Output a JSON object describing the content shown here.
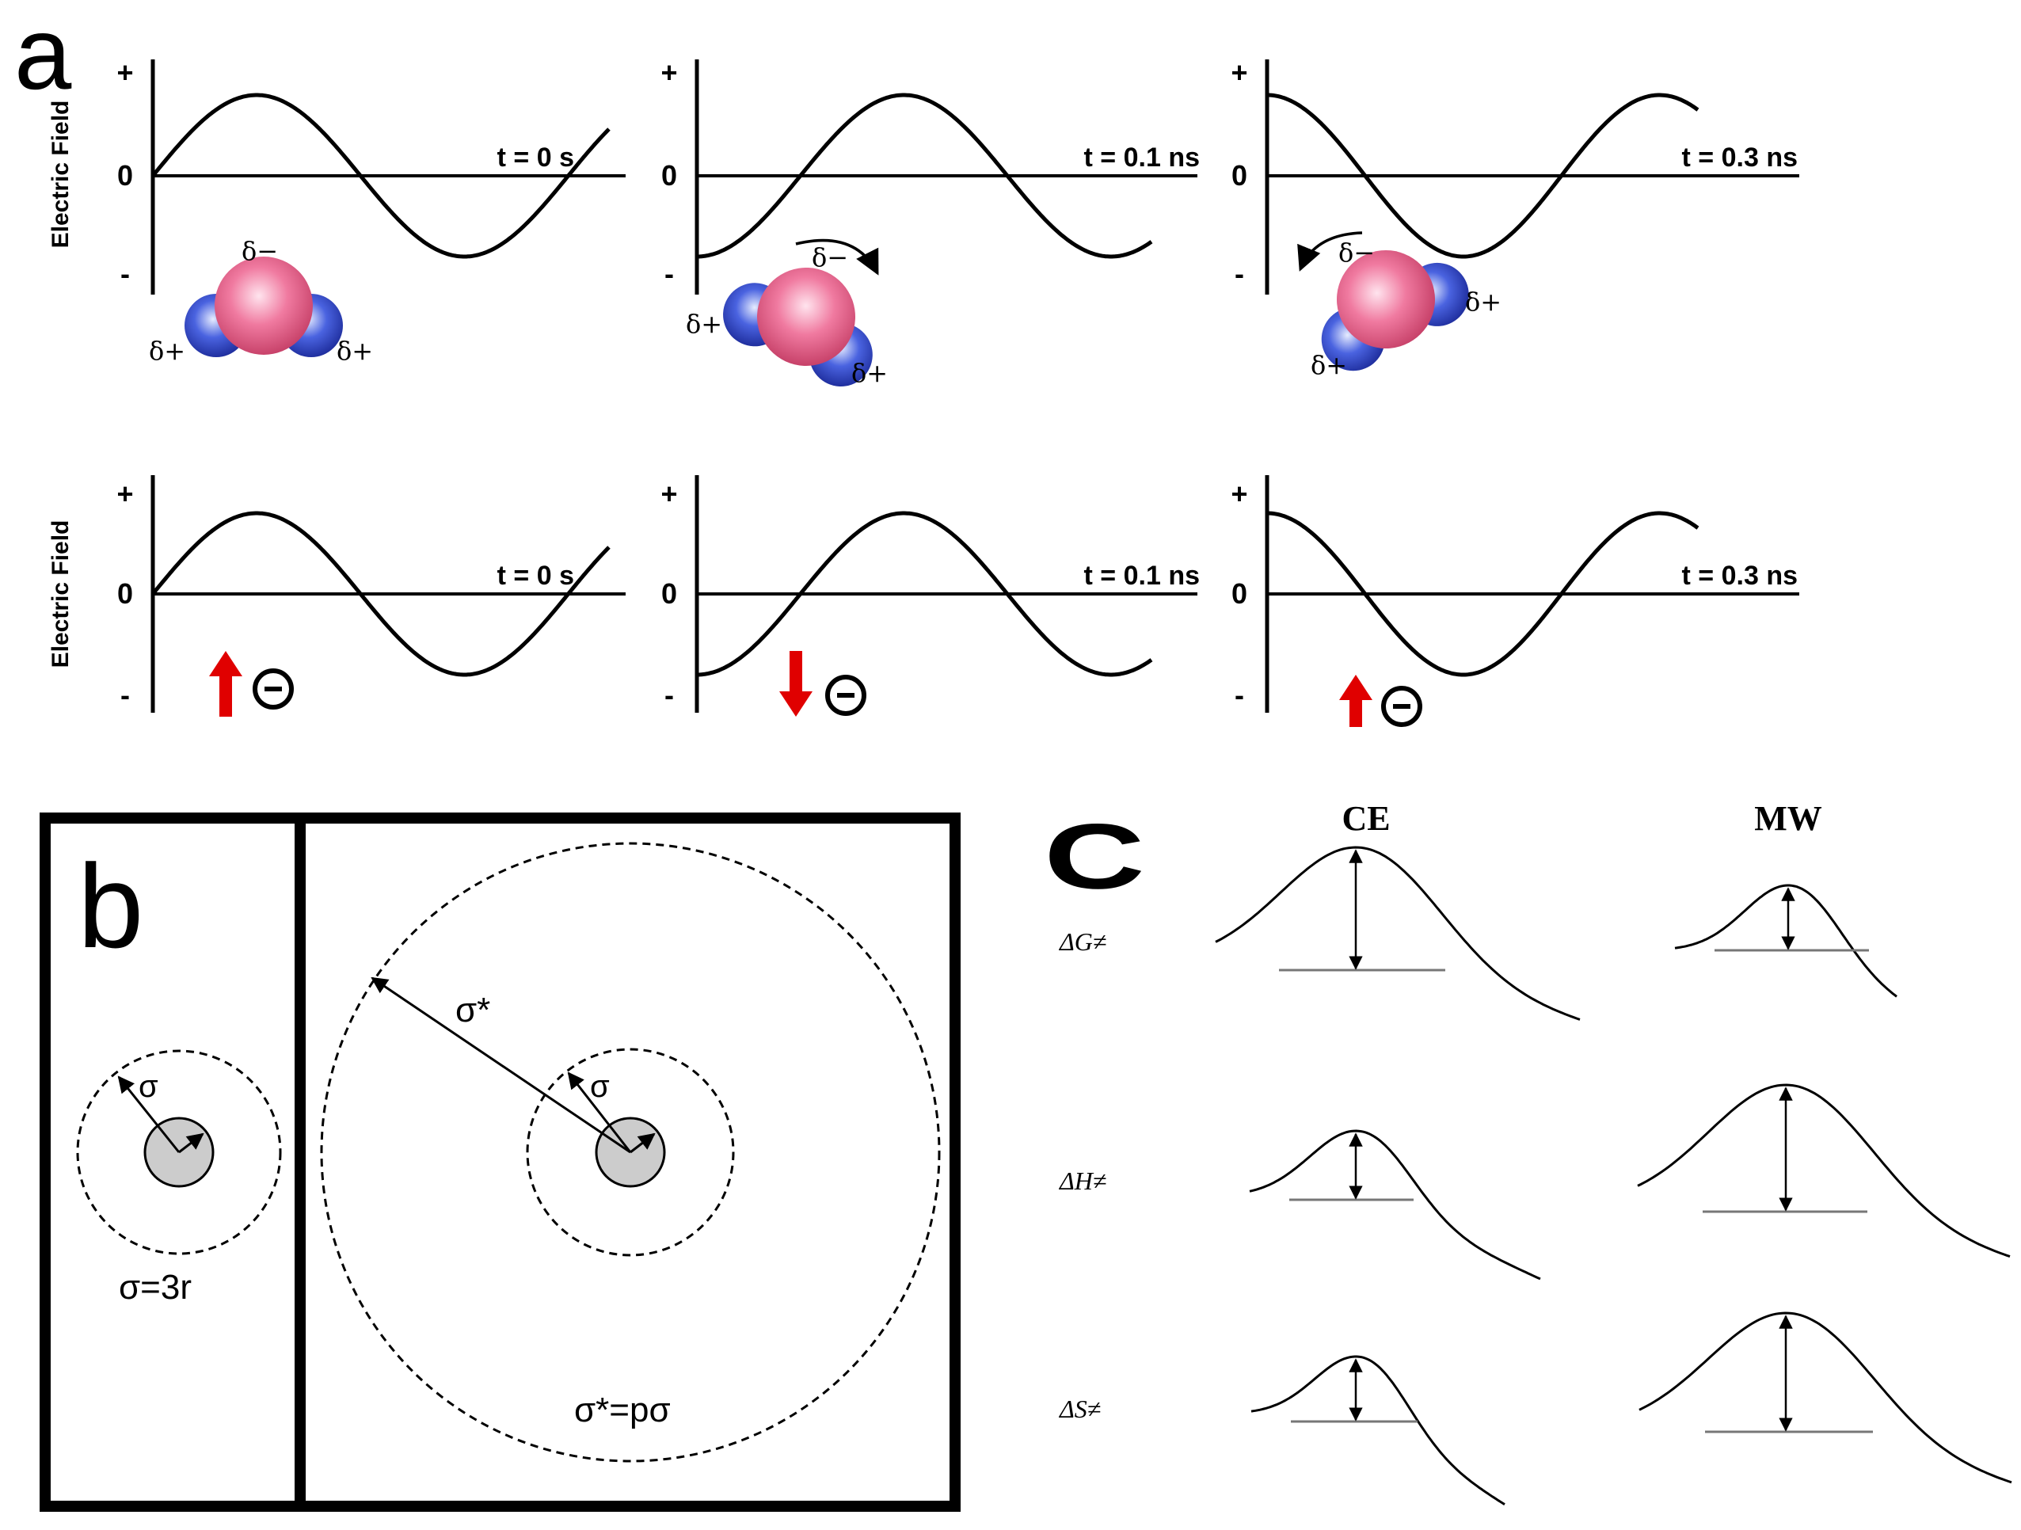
{
  "panel_a": {
    "letter": "a",
    "y_axis_label": "Electric Field",
    "tick_plus": "+",
    "tick_zero": "0",
    "tick_minus": "-",
    "times": [
      "t = 0 s",
      "t = 0.1 ns",
      "t = 0.3 ns"
    ],
    "dipole_charges": {
      "negative": "δ−",
      "positive": "δ+"
    },
    "ion_symbol": "−",
    "colors": {
      "oxygen": "#e8527a",
      "hydrogen": "#2233cc",
      "arrow_red": "#e00000"
    }
  },
  "panel_b": {
    "letter": "b",
    "sigma": "σ",
    "sigma_star": "σ*",
    "left_equation": "σ=3r",
    "right_equation": "σ*=pσ"
  },
  "panel_c": {
    "letter": "C",
    "columns": [
      "CE",
      "MW"
    ],
    "rows": [
      "ΔG≠",
      "ΔH≠",
      "ΔS≠"
    ]
  }
}
